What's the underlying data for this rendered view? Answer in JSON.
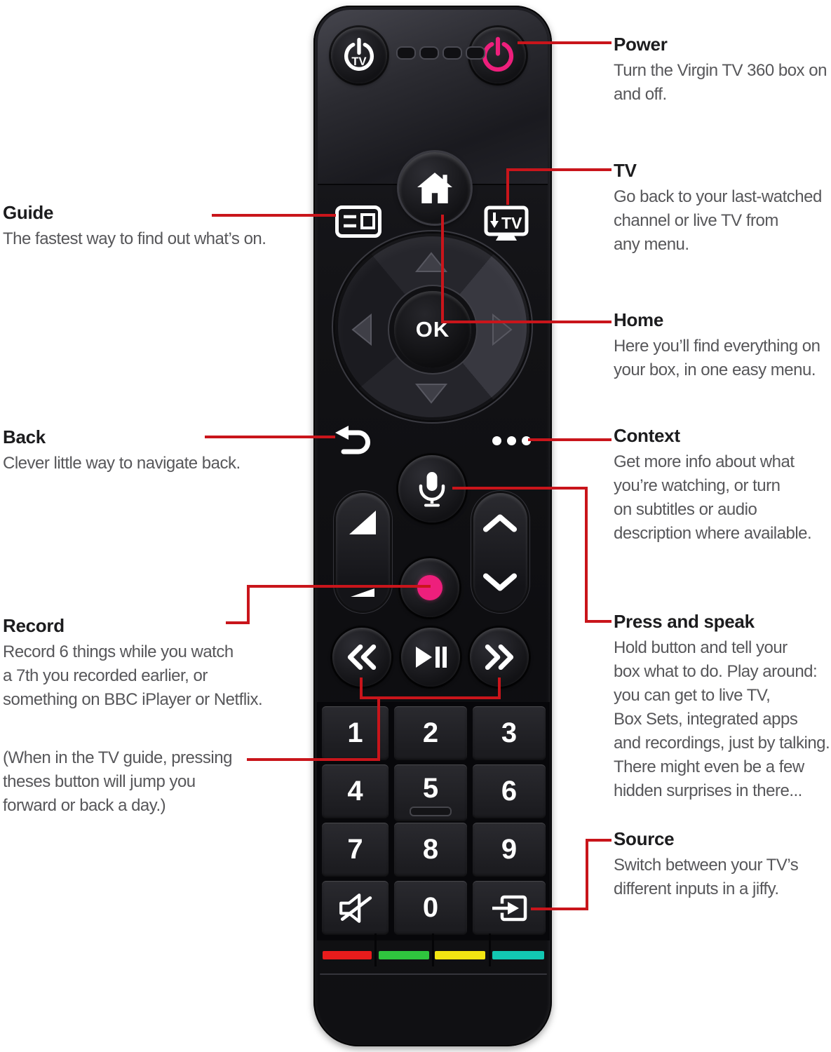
{
  "annotations": {
    "left": [
      {
        "title": "Guide",
        "body": "The fastest way to find out what’s on."
      },
      {
        "title": "Back",
        "body": "Clever little way to navigate back."
      },
      {
        "title": "Record",
        "body": "Record 6 things while you watch\na 7th you recorded earlier, or\nsomething on BBC iPlayer or Netflix."
      },
      {
        "title": "",
        "body": "(When in the TV guide, pressing\ntheses button will jump you\nforward or back a day.)"
      }
    ],
    "right": [
      {
        "title": "Power",
        "body": "Turn the Virgin TV 360 box on\nand off."
      },
      {
        "title": "TV",
        "body": "Go back to your last-watched\nchannel or live TV from\nany menu."
      },
      {
        "title": "Home",
        "body": "Here you’ll find everything on\nyour box, in one easy menu."
      },
      {
        "title": "Context",
        "body": "Get more info about what\nyou’re watching, or turn\non subtitles or audio\ndescription where available."
      },
      {
        "title": "Press and speak",
        "body": "Hold button and tell your\nbox what to do. Play around:\nyou can get to live TV,\nBox Sets, integrated apps\nand recordings, just by talking.\nThere might even be a few\nhidden surprises in there..."
      },
      {
        "title": "Source",
        "body": "Switch between your TV’s\ndifferent inputs in a jiffy."
      }
    ]
  },
  "remote": {
    "ok_label": "OK",
    "tv_button_label": "TV",
    "tv_power_label": "TV",
    "keypad_digits": [
      "1",
      "2",
      "3",
      "4",
      "5",
      "6",
      "7",
      "8",
      "9"
    ],
    "zero_label": "0",
    "icons": {
      "tv-power-icon": "power-symbol-with-TV",
      "power-icon": "power-symbol",
      "home-icon": "house",
      "guide-icon": "epg-grid",
      "tv-icon": "tv-set-with-down-arrow",
      "back-icon": "u-turn-arrow",
      "context-icon": "three-dots",
      "mic-icon": "microphone",
      "volume-up-icon": "volume-wedge",
      "volume-down-icon": "small-wedge",
      "channel-up-icon": "chevron-up",
      "channel-down-icon": "chevron-down",
      "record-icon": "pink-dot",
      "rewind-icon": "double-chevron-left",
      "play-pause-icon": "play-pause",
      "forward-icon": "double-chevron-right",
      "mute-icon": "crossed-speaker",
      "source-icon": "arrow-into-box"
    }
  },
  "colors": {
    "annotation_line": "#c9151b",
    "heading_text": "#1c1c1e",
    "body_text": "#57575a",
    "accent_pink": "#ee1f7c",
    "bar_red": "#e81c1c",
    "bar_green": "#2fc53e",
    "bar_yellow": "#f2e512",
    "bar_cyan": "#12c7b2"
  }
}
